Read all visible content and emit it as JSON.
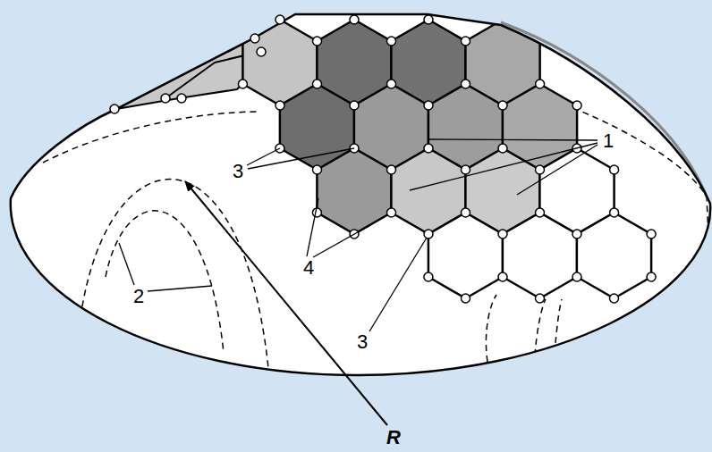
{
  "diagram": {
    "labels": [
      "1",
      "3",
      "2",
      "4",
      "3",
      "R"
    ]
  }
}
